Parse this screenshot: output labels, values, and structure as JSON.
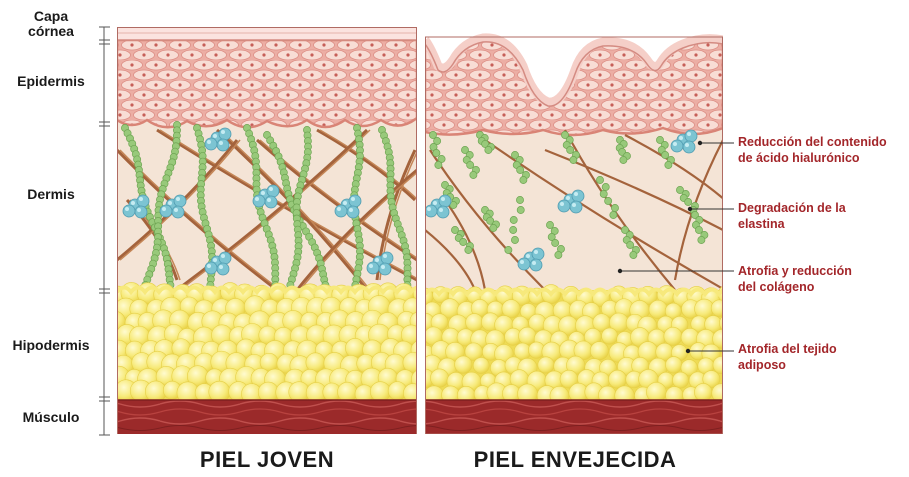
{
  "layers": {
    "stratum_corneum": "Capa\ncórnea",
    "epidermis": "Epidermis",
    "dermis": "Dermis",
    "hypodermis": "Hipodermis",
    "muscle": "Músculo"
  },
  "annotations": {
    "hyaluronic": "Reducción del contenido\nde ácido hialurónico",
    "elastin": "Degradación de la\nelastina",
    "collagen": "Atrofia y reducción\ndel colágeno",
    "adipose": "Atrofia del tejido\nadiposo"
  },
  "titles": {
    "young": "PIEL JOVEN",
    "aged": "PIEL ENVEJECIDA"
  },
  "colors": {
    "label_red": "#a3262a",
    "skin_pink": "#f1c2b7",
    "cell_pink": "#f6d8d0",
    "dermis_beige": "#f4e4d6",
    "fat_yellow": "#f7eb79",
    "muscle_red": "#9b2a2a",
    "collagen_brown": "#a4633c",
    "elastin_green": "#98c97a",
    "hyaluronic_blue": "#7cc4d2"
  }
}
